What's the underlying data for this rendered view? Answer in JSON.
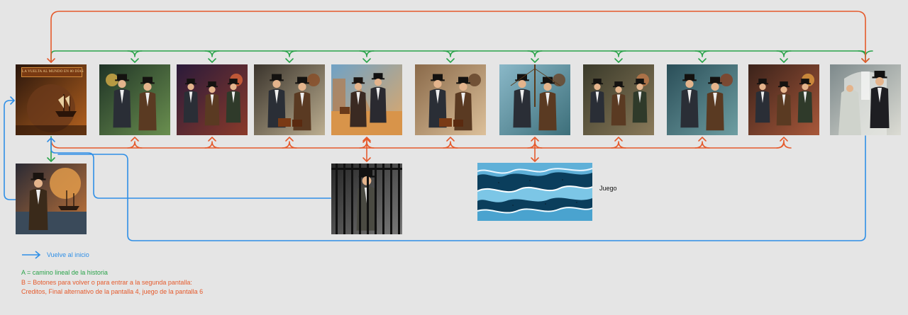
{
  "screens": [
    {
      "id": "title",
      "theme": "title",
      "title_text": "LA VUELTA AL MUNDO EN 80 DÍAS"
    },
    {
      "id": "screen-1",
      "theme": "reading"
    },
    {
      "id": "screen-2",
      "theme": "club"
    },
    {
      "id": "screen-3",
      "theme": "depart"
    },
    {
      "id": "screen-4",
      "theme": "desert"
    },
    {
      "id": "screen-5",
      "theme": "street"
    },
    {
      "id": "screen-6",
      "theme": "ship"
    },
    {
      "id": "screen-7",
      "theme": "crowd"
    },
    {
      "id": "screen-8",
      "theme": "talk"
    },
    {
      "id": "screen-9",
      "theme": "cheer"
    },
    {
      "id": "screen-10",
      "theme": "wedding"
    }
  ],
  "branch_screens": [
    {
      "id": "credits",
      "theme": "captain"
    },
    {
      "id": "alt-ending",
      "theme": "jail"
    }
  ],
  "game": {
    "label": "Juego"
  },
  "legend": {
    "blue": "Vuelve al inicio",
    "green": "A = camino lineal de la historia",
    "red": "B = Botones para volver o para entrar a la segunda pantalla: Creditos, Final alternativo de la pantalla 4, juego de la pantalla 6"
  },
  "colors": {
    "green": "#2aa34a",
    "red": "#e55a2c",
    "blue": "#2f8fe6",
    "background": "#e5e5e5"
  }
}
